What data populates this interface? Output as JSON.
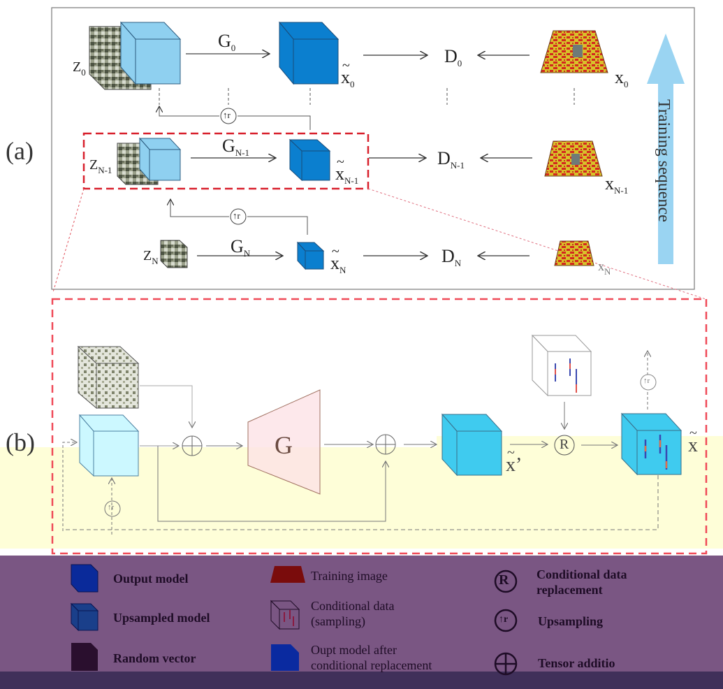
{
  "panel_a": {
    "label": "(a)",
    "rows": [
      {
        "noise": "Z",
        "noise_sub": "0",
        "generator": "G",
        "generator_sub": "0",
        "output": "x",
        "output_sub": "0",
        "discriminator": "D",
        "discriminator_sub": "0",
        "real": "x",
        "real_sub": "0"
      },
      {
        "noise": "Z",
        "noise_sub": "N-1",
        "generator": "G",
        "generator_sub": "N-1",
        "output": "x",
        "output_sub": "N-1",
        "discriminator": "D",
        "discriminator_sub": "N-1",
        "real": "x",
        "real_sub": "N-1"
      },
      {
        "noise": "Z",
        "noise_sub": "N",
        "generator": "G",
        "generator_sub": "N",
        "output": "x",
        "output_sub": "N",
        "discriminator": "D",
        "discriminator_sub": "N",
        "real": "x",
        "real_sub": "N"
      }
    ],
    "training_sequence": "Training sequence",
    "upsample_symbol": "↑r"
  },
  "panel_b": {
    "label": "(b)",
    "generator": "G",
    "intermediate_output": "x",
    "intermediate_suffix": "’",
    "final_output": "x",
    "replace_symbol": "R",
    "add_symbol": "+",
    "upsample_symbol": "↑r"
  },
  "legend": {
    "items": [
      {
        "icon": "output-model-icon",
        "label": "Output model"
      },
      {
        "icon": "upsampled-model-icon",
        "label": "Upsampled model"
      },
      {
        "icon": "random-vector-icon",
        "label": "Random vector"
      },
      {
        "icon": "training-image-icon",
        "label": "Training image"
      },
      {
        "icon": "conditional-data-icon",
        "label_line1": "Conditional data",
        "label_line2": "(sampling)"
      },
      {
        "icon": "output-after-replacement-icon",
        "label_line1": "Oupt model after",
        "label_line2": "conditional replacement"
      },
      {
        "icon": "replacement-symbol-icon",
        "label_line1": "Conditional data",
        "label_line2": "replacement",
        "symbol": "R"
      },
      {
        "icon": "upsampling-symbol-icon",
        "label": "Upsampling",
        "symbol": "↑r"
      },
      {
        "icon": "tensor-addition-symbol-icon",
        "label": "Tensor additio",
        "symbol": "+"
      }
    ]
  },
  "colors": {
    "light_cube": "#8fd0f0",
    "dark_cube": "#0b7fcf",
    "bright_cube": "#3fcbef",
    "pale_cube": "#ccf8ff",
    "red_dash": "#d8202c",
    "arrow_blue": "#9ad4f2",
    "legend_bg": "#7a5683",
    "yellow_overlay": "#fefed8",
    "generator_fill": "#fde2e6"
  }
}
